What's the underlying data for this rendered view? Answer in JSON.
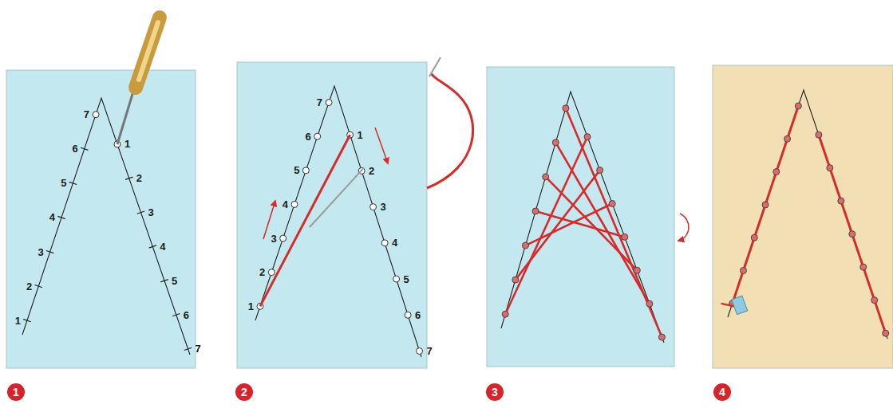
{
  "diagram": {
    "nodes": [
      {
        "text": [
          "1"
        ]
      },
      {
        "text": [
          "2"
        ]
      },
      {
        "text": [
          "3"
        ]
      },
      {
        "text": [
          "4"
        ]
      }
    ],
    "labels": [
      "7",
      "6",
      "5",
      "4",
      "3",
      "2",
      "1",
      "1",
      "2",
      "3",
      "4",
      "5",
      "6",
      "7",
      "7",
      "6",
      "5",
      "4",
      "3",
      "2",
      "1",
      "1",
      "2",
      "3",
      "4",
      "5",
      "6",
      "7"
    ]
  }
}
